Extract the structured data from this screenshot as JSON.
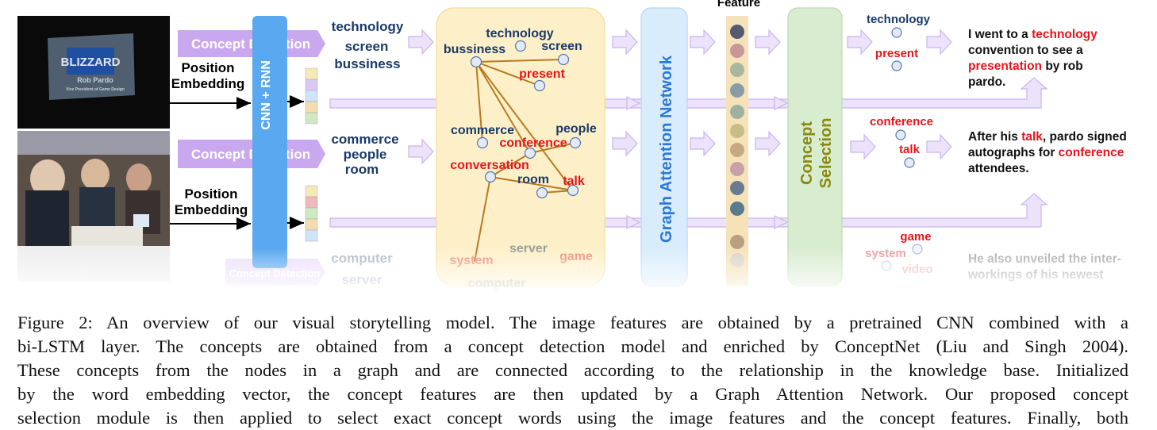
{
  "figure": {
    "module_labels": {
      "concept_detection": "Concept Detection",
      "position_embedding": [
        "Position",
        "Embedding"
      ],
      "cnn_rnn": "CNN + RNN",
      "graph_attention": "Graph Attention Network",
      "feature": "Feature",
      "concept_selection": [
        "Concept",
        "Selection"
      ]
    },
    "image1_sign": {
      "logo": "BLIZZARD",
      "name": "Rob Pardo",
      "title": "Vice President of Game Design"
    },
    "detected_concepts": [
      [
        "technology",
        "screen",
        "bussiness"
      ],
      [
        "commerce",
        "people",
        "room"
      ],
      [
        "computer",
        "server"
      ]
    ],
    "graph_nodes": {
      "technology": "technology",
      "bussiness": "bussiness",
      "screen": "screen",
      "present": "present",
      "commerce": "commerce",
      "people": "people",
      "conference": "conference",
      "conversation": "conversation",
      "room": "room",
      "talk": "talk",
      "system": "system",
      "server": "server",
      "game": "game",
      "computer": "computer"
    },
    "selected_concepts": {
      "story1": [
        "technology",
        "present"
      ],
      "story2": [
        "conference",
        "talk"
      ],
      "story3": [
        "game",
        "system",
        "video"
      ]
    },
    "stories": {
      "story1": [
        {
          "t": "I went to a ",
          "hl": false
        },
        {
          "t": "technology",
          "hl": true
        },
        {
          "t": "convention to see a",
          "hl": false,
          "br": true
        },
        {
          "t": "presentation",
          "hl": true,
          "br": true
        },
        {
          "t": " by rob",
          "hl": false
        },
        {
          "t": "pardo.",
          "hl": false,
          "br": true
        }
      ],
      "story2": [
        {
          "t": "After his ",
          "hl": false
        },
        {
          "t": "talk",
          "hl": true
        },
        {
          "t": ", pardo signed",
          "hl": false
        },
        {
          "t": "autographs for ",
          "hl": false,
          "br": true
        },
        {
          "t": "conference",
          "hl": true
        },
        {
          "t": "attendees.",
          "hl": false,
          "br": true
        }
      ],
      "story3": [
        {
          "t": "He also unveiled the inter-",
          "hl": false
        },
        {
          "t": "workings of his newest",
          "hl": false,
          "br": true
        }
      ]
    },
    "colors": {
      "concept_detection_box": "#c9a8f0",
      "cnn_rnn_bar": "#5aa8f0",
      "graph_panel": "#fdf0c8",
      "graph_attention_box": "#d9ecfb",
      "concept_selection_box": "#d8ecd0",
      "feature_bar": "#f5e2b8",
      "highlight_red": "#e8141c",
      "concept_navy": "#1a3a6a",
      "edge_brown": "#b87a20",
      "arrow_lilac": "#d9c8f2"
    }
  },
  "caption": [
    "Figure 2: An overview of our visual storytelling model. The image features are obtained by a pretrained CNN combined with a",
    "bi-LSTM layer. The concepts are obtained from a concept detection model and enriched by ConceptNet (Liu and Singh 2004).",
    "These concepts from the nodes in a graph and are connected according to the relationship in the knowledge base. Initialized",
    "by the word embedding vector, the concept features are then updated by a Graph Attention Network. Our proposed concept",
    "selection module is then applied to select exact concept words using the image features and the concept features. Finally, both"
  ]
}
